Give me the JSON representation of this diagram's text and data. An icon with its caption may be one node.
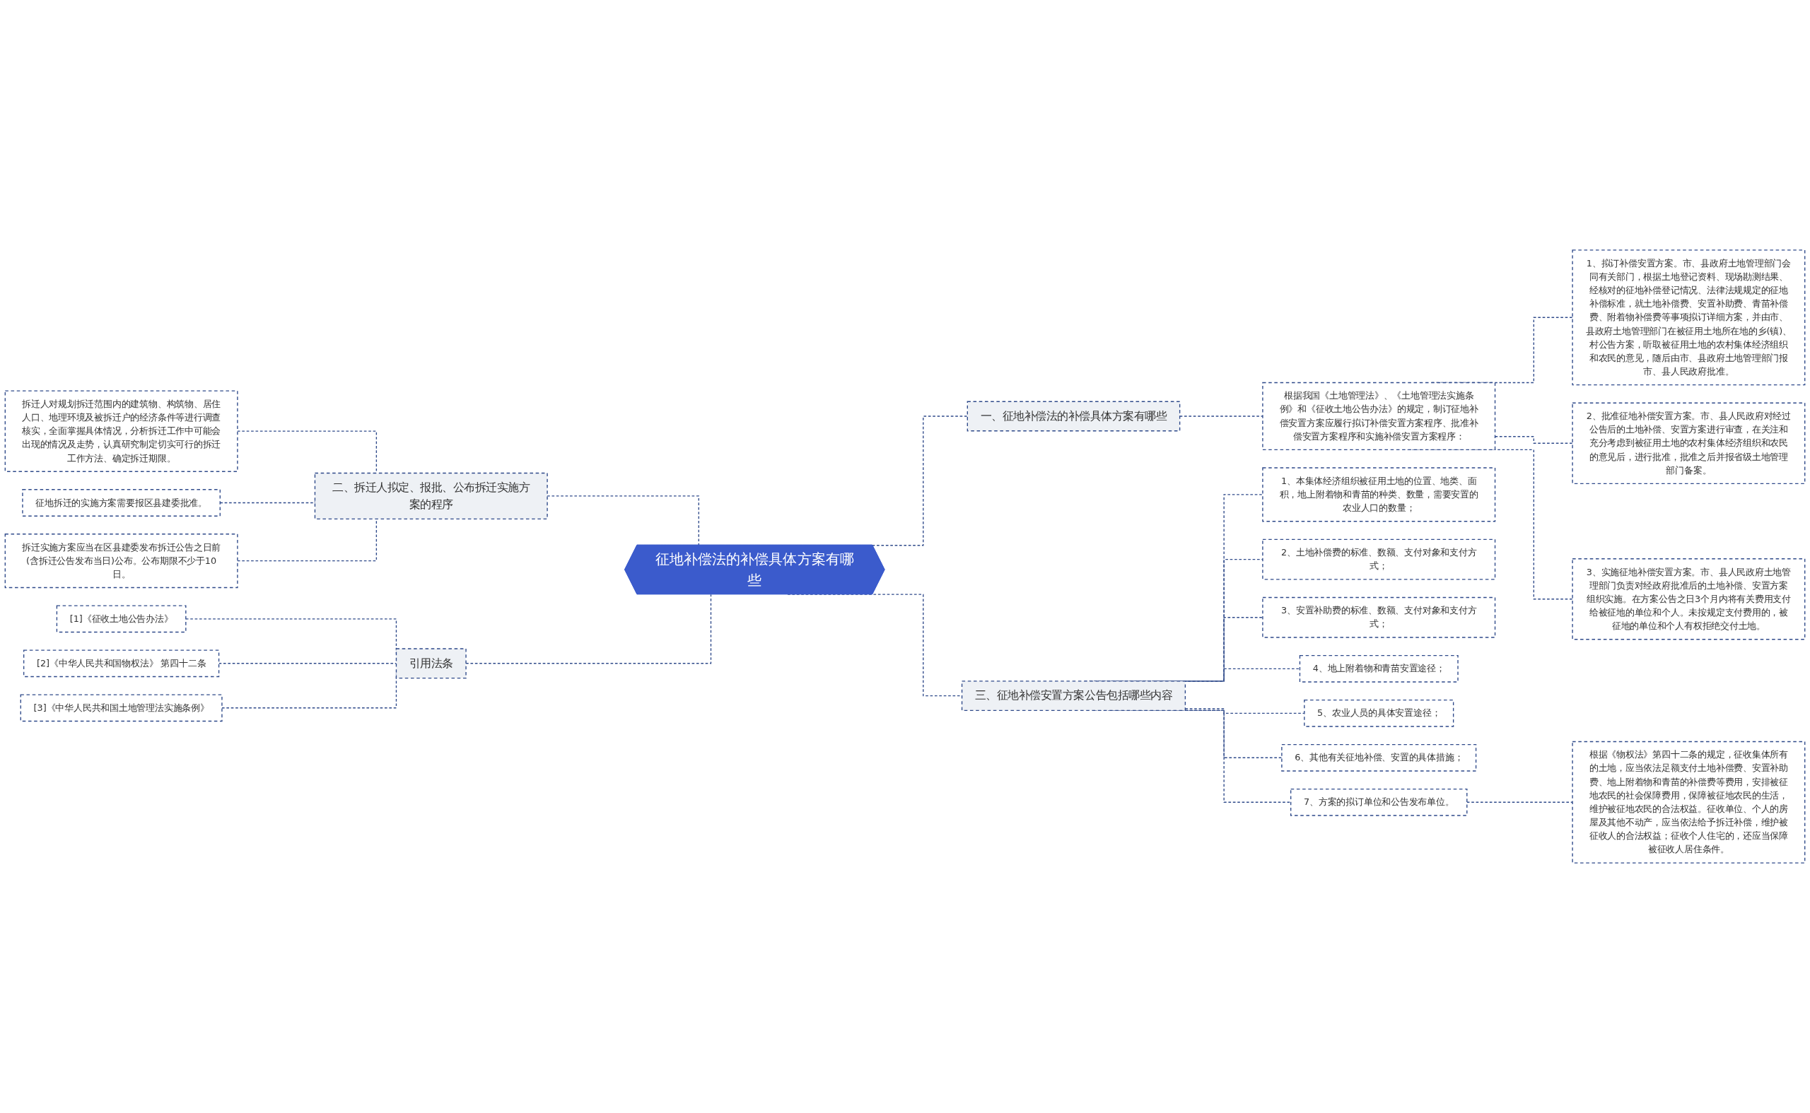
{
  "diagram": {
    "nodes": [
      {
        "text": [
          "征地补偿法的补偿具体方案有哪些"
        ]
      },
      {
        "text": [
          "一、征地补偿法的补偿具体方案有哪些"
        ]
      },
      {
        "text": [
          "根据我国《土地管理法》、《土地管理法实施条例》和《征收土地公告办法》的规定，制订征地补偿安置方案应履行拟订补偿安置方案程序、批准补偿安置方案程序和实施补偿安置方案程序："
        ]
      },
      {
        "text": [
          "1、拟订补偿安置方案。市、县政府土地管理部门会同有关部门，根据土地登记资料、现场勘测结果、经核对的征地补偿登记情况、法律法规规定的征地补偿标准，就土地补偿费、安置补助费、青苗补偿费、附着物补偿费等事项拟订详细方案，并由市、县政府土地管理部门在被征用土地所在地的乡(镇)、村公告方案，听取被征用土地的农村集体经济组织和农民的意见，随后由市、县政府土地管理部门报市、县人民政府批准。"
        ]
      },
      {
        "text": [
          "2、批准征地补偿安置方案。市、县人民政府对经过公告后的土地补偿、安置方案进行审查，在关注和充分考虑到被征用土地的农村集体经济组织和农民的意见后，进行批准，批准之后并报省级土地管理部门备案。"
        ]
      },
      {
        "text": [
          "3、实施征地补偿安置方案。市、县人民政府土地管理部门负责对经政府批准后的土地补偿、安置方案组织实施。在方案公告之日3个月内将有关费用支付给被征地的单位和个人。未按规定支付费用的，被征地的单位和个人有权拒绝交付土地。"
        ]
      },
      {
        "text": [
          "三、征地补偿安置方案公告包括哪些内容"
        ]
      },
      {
        "text": [
          "1、本集体经济组织被征用土地的位置、地类、面积，地上附着物和青苗的种类、数量，需要安置的农业人口的数量；"
        ]
      },
      {
        "text": [
          "2、土地补偿费的标准、数额、支付对象和支付方式；"
        ]
      },
      {
        "text": [
          "3、安置补助费的标准、数额、支付对象和支付方式；"
        ]
      },
      {
        "text": [
          "4、地上附着物和青苗安置途径；"
        ]
      },
      {
        "text": [
          "5、农业人员的具体安置途径；"
        ]
      },
      {
        "text": [
          "6、其他有关征地补偿、安置的具体措施；"
        ]
      },
      {
        "text": [
          "7、方案的拟订单位和公告发布单位。"
        ]
      },
      {
        "text": [
          "根据《物权法》第四十二条的规定，征收集体所有的土地，应当依法足额支付土地补偿费、安置补助费、地上附着物和青苗的补偿费等费用，安排被征地农民的社会保障费用，保障被征地农民的生活，维护被征地农民的合法权益。征收单位、个人的房屋及其他不动产，应当依法给予拆迁补偿，维护被征收人的合法权益；征收个人住宅的，还应当保障被征收人居住条件。"
        ]
      },
      {
        "text": [
          "二、拆迁人拟定、报批、公布拆迁实施方案的程序"
        ]
      },
      {
        "text": [
          "拆迁人对规划拆迁范围内的建筑物、构筑物、居住人口、地理环境及被拆迁户的经济条件等进行调查核实，全面掌握具体情况，分析拆迁工作中可能会出现的情况及走势，认真研究制定切实可行的拆迁工作方法、确定拆迁期限。"
        ]
      },
      {
        "text": [
          "征地拆迁的实施方案需要报区县建委批准。"
        ]
      },
      {
        "text": [
          "拆迁实施方案应当在区县建委发布拆迁公告之日前(含拆迁公告发布当日)公布。公布期限不少于10日。"
        ]
      },
      {
        "text": [
          "引用法条"
        ]
      },
      {
        "text": [
          "[1]《征收土地公告办法》"
        ]
      },
      {
        "text": [
          "[2]《中华人民共和国物权法》 第四十二条"
        ]
      },
      {
        "text": [
          "[3]《中华人民共和国土地管理法实施条例》"
        ]
      }
    ],
    "edges": [
      {
        "from": 0,
        "to": 1,
        "arrow": "none",
        "style": "dashed"
      },
      {
        "from": 1,
        "to": 2,
        "arrow": "none",
        "style": "dashed"
      },
      {
        "from": 2,
        "to": 3,
        "arrow": "none",
        "style": "dashed"
      },
      {
        "from": 2,
        "to": 4,
        "arrow": "none",
        "style": "dashed"
      },
      {
        "from": 2,
        "to": 5,
        "arrow": "none",
        "style": "dashed"
      },
      {
        "from": 0,
        "to": 6,
        "arrow": "none",
        "style": "dashed"
      },
      {
        "from": 6,
        "to": 7,
        "arrow": "none",
        "style": "dashed"
      },
      {
        "from": 6,
        "to": 8,
        "arrow": "none",
        "style": "dashed"
      },
      {
        "from": 6,
        "to": 9,
        "arrow": "none",
        "style": "dashed"
      },
      {
        "from": 6,
        "to": 10,
        "arrow": "none",
        "style": "dashed"
      },
      {
        "from": 6,
        "to": 11,
        "arrow": "none",
        "style": "dashed"
      },
      {
        "from": 6,
        "to": 12,
        "arrow": "none",
        "style": "dashed"
      },
      {
        "from": 6,
        "to": 13,
        "arrow": "none",
        "style": "dashed"
      },
      {
        "from": 13,
        "to": 14,
        "arrow": "none",
        "style": "dashed"
      },
      {
        "from": 15,
        "to": 0,
        "arrow": "none",
        "style": "dashed"
      },
      {
        "from": 16,
        "to": 15,
        "arrow": "none",
        "style": "dashed"
      },
      {
        "from": 17,
        "to": 15,
        "arrow": "none",
        "style": "dashed"
      },
      {
        "from": 18,
        "to": 15,
        "arrow": "none",
        "style": "dashed"
      },
      {
        "from": 19,
        "to": 0,
        "arrow": "none",
        "style": "dashed"
      },
      {
        "from": 20,
        "to": 19,
        "arrow": "none",
        "style": "dashed"
      },
      {
        "from": 21,
        "to": 19,
        "arrow": "none",
        "style": "dashed"
      },
      {
        "from": 22,
        "to": 19,
        "arrow": "none",
        "style": "dashed"
      }
    ]
  }
}
